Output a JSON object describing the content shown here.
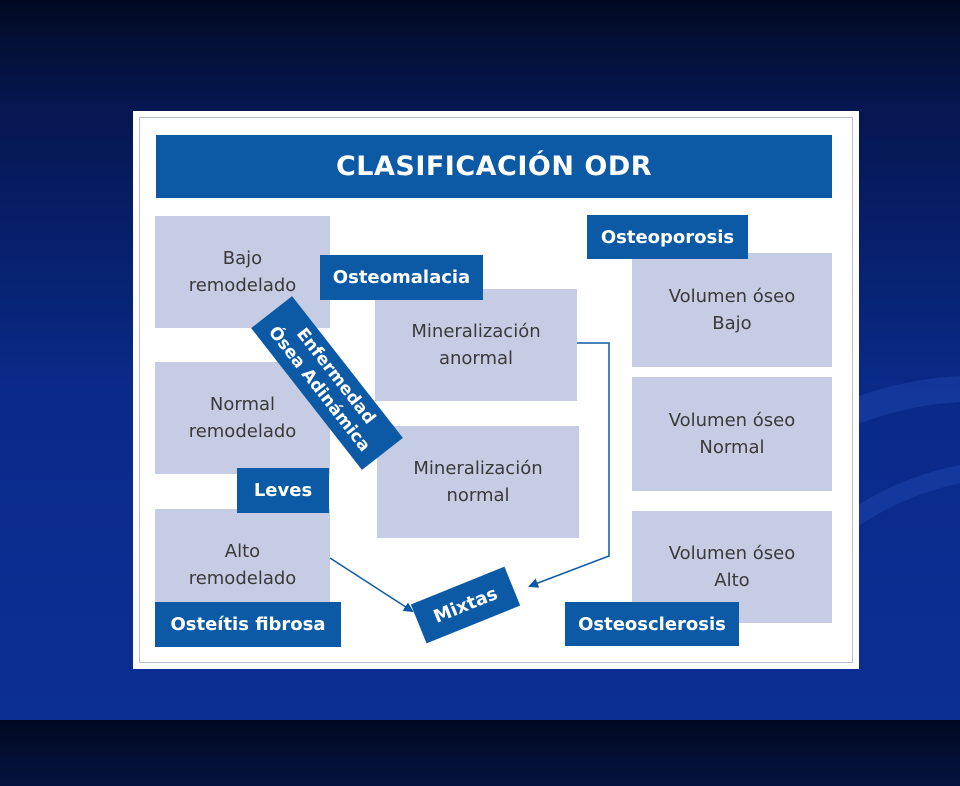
{
  "title": "CLASIFICACIÓN ODR",
  "remodeling": {
    "low": [
      "Bajo",
      "remodelado"
    ],
    "normal": [
      "Normal",
      "remodelado"
    ],
    "high": [
      "Alto",
      "remodelado"
    ]
  },
  "mineralization": {
    "abnormal": [
      "Mineralización",
      "anormal"
    ],
    "normal": [
      "Mineralización",
      "normal"
    ]
  },
  "volume": {
    "low": [
      "Volumen óseo",
      "Bajo"
    ],
    "normal": [
      "Volumen óseo",
      "Normal"
    ],
    "high": [
      "Volumen óseo",
      "Alto"
    ]
  },
  "tags": {
    "osteomalacia": "Osteomalacia",
    "osteoporosis": "Osteoporosis",
    "leves": "Leves",
    "osteitis": "Osteítis fibrosa",
    "mixtas": "Mixtas",
    "osteosclerosis": "Osteosclerosis",
    "adynamic": [
      "Enfermedad",
      "Ósea Adinámica"
    ]
  },
  "colors": {
    "accent": "#0c5aa6",
    "box": "#c6cce3"
  }
}
